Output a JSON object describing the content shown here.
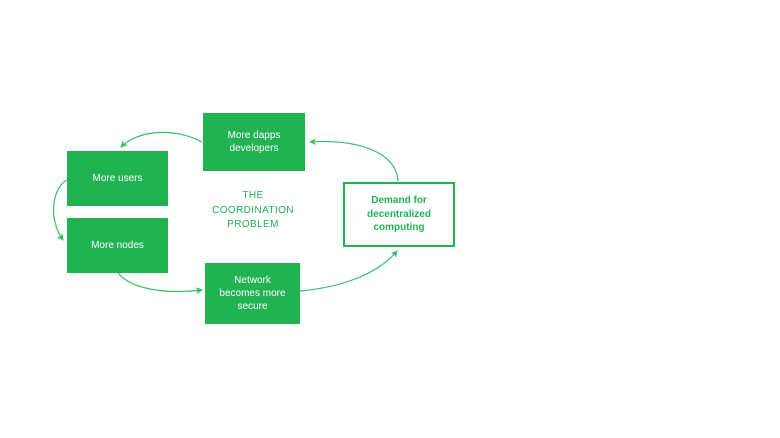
{
  "colors": {
    "box_fill_green": "#21b352",
    "arrow_green": "#3bbd68",
    "box_text": "#ffffff",
    "outlined_box_text": "#21b352",
    "background": "#ffffff"
  },
  "title": {
    "lines": [
      "THE",
      "COORDINATION",
      "PROBLEM"
    ]
  },
  "nodes": {
    "dapps": {
      "lines": [
        "More dapps",
        "developers"
      ]
    },
    "users": {
      "lines": [
        "More users"
      ]
    },
    "nodes": {
      "lines": [
        "More nodes"
      ]
    },
    "network": {
      "lines": [
        "Network",
        "becomes more",
        "secure"
      ]
    },
    "demand": {
      "lines": [
        "Demand for",
        "decentralized",
        "computing"
      ]
    }
  },
  "edges": [
    {
      "from": "demand-for-decentralized-computing",
      "to": "more-dapps-developers"
    },
    {
      "from": "more-dapps-developers",
      "to": "more-users"
    },
    {
      "from": "more-users",
      "to": "more-nodes"
    },
    {
      "from": "more-nodes",
      "to": "network-becomes-more-secure"
    },
    {
      "from": "network-becomes-more-secure",
      "to": "demand-for-decentralized-computing"
    }
  ]
}
